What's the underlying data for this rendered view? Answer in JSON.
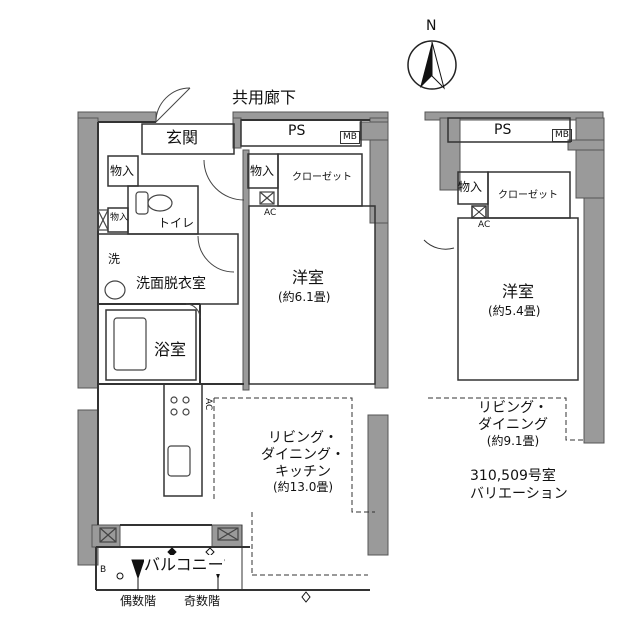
{
  "compass": {
    "north": "N"
  },
  "corridor": "共用廊下",
  "main_plan": {
    "ps": "PS",
    "mb": "MB",
    "entrance": "玄関",
    "storage_a": "物入",
    "storage_b": "物入",
    "storage_c": "物入",
    "toilet": "トイレ",
    "wash": "洗",
    "washroom": "洗面脱衣室",
    "bath": "浴室",
    "closet": "クローゼット",
    "ac_bedroom": "AC",
    "ac_ldk": "AC",
    "bedroom_name": "洋室",
    "bedroom_size": "(約6.1畳)",
    "ldk_line1": "リビング・",
    "ldk_line2": "ダイニング・",
    "ldk_line3": "キッチン",
    "ldk_size": "(約13.0畳)",
    "balcony": "バルコニー",
    "b_mark": "B",
    "even_floor": "偶数階",
    "odd_floor": "奇数階"
  },
  "variation_plan": {
    "ps": "PS",
    "mb": "MB",
    "storage": "物入",
    "closet": "クローゼット",
    "ac": "AC",
    "bedroom_name": "洋室",
    "bedroom_size": "(約5.4畳)",
    "ld_line1": "リビング・",
    "ld_line2": "ダイニング",
    "ld_size": "(約9.1畳)",
    "unit_numbers": "310,509号室",
    "variation": "バリエーション"
  }
}
